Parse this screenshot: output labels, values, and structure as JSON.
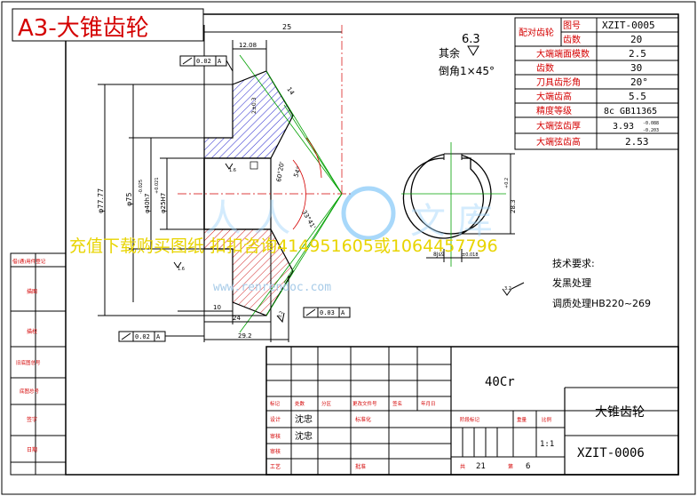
{
  "sheet": {
    "corner_title": "A3-大锥齿轮",
    "watermark_text": "充值下载购买图纸 扣扣咨询414951605或1064457796",
    "watermark_url": "www.renrendoc.com"
  },
  "params_table": {
    "group_label": "配对齿轮",
    "rows": [
      {
        "label": "图号",
        "value": "XZIT-0005"
      },
      {
        "label": "齿数",
        "value": "20"
      },
      {
        "label": "大端端面模数",
        "value": "2.5"
      },
      {
        "label": "齿数",
        "value": "30"
      },
      {
        "label": "刀具齿形角",
        "value": "20°"
      },
      {
        "label": "大端齿高",
        "value": "5.5"
      },
      {
        "label": "精度等级",
        "value": "8c GB11365"
      },
      {
        "label": "大端弦齿厚",
        "value": "3.93"
      },
      {
        "label": "大端弦齿高",
        "value": "2.53"
      }
    ],
    "tooth_thickness_tol_upper": "-0.088",
    "tooth_thickness_tol_lower": "-0.203"
  },
  "surface_note": {
    "roughness": "6.3",
    "prefix": "其余",
    "chamfer": "倒角1×45°"
  },
  "dimensions": {
    "len_25": "25",
    "len_12_08": "12.08",
    "dia_77_77": "φ77.77",
    "dia_75": "φ75",
    "dia_40h7": "φ40h7",
    "dia_40h7_tol": "-0.025",
    "dia_25h7": "φ25H7",
    "dia_25h7_tol": "+0.021",
    "len_10": "10",
    "len_24": "24",
    "len_29_2": "29.2",
    "len_2": "2±0.3",
    "len_14": "14",
    "len_28_3": "28.3",
    "len_28_3_tol": "+0.2",
    "len_8_js9": "8Js9",
    "len_8_tol": "±0.018",
    "angle_1": "54°",
    "angle_2": "33°41'",
    "angle_3": "60°20'"
  },
  "tolerances": {
    "runout_1": "0.02",
    "datum_1": "A",
    "runout_2": "0.03",
    "datum_2": "A",
    "runout_3": "0.02",
    "datum_3": "A"
  },
  "roughness_marks": {
    "r1": "1.6",
    "r2": "1.6",
    "r3": "3.2",
    "r4": "3.2",
    "r5": "1.6"
  },
  "tech_requirements": {
    "title": "技术要求:",
    "line1": "发黑处理",
    "line2": "调质处理HB220~269"
  },
  "left_strip": [
    "借(通)用件登记",
    "描图",
    "描校",
    "旧底图总号",
    "底图总号",
    "签字",
    "日期"
  ],
  "title_block": {
    "material": "40Cr",
    "part_name": "大锥齿轮",
    "drawing_number": "XZIT-0006",
    "scale": "1:1",
    "sheet_total_label": "共",
    "sheet_total": "21",
    "sheet_label": "第",
    "sheet_no": "6",
    "stage_label": "阶段标记",
    "weight_label": "重量",
    "scale_label": "比例",
    "header_cols": [
      "标记",
      "处数",
      "分区",
      "更改文件号",
      "签名",
      "年月日"
    ],
    "roles": [
      "设计",
      "审核",
      "审核",
      "工艺"
    ],
    "design_name": "沈忠",
    "review_name": "沈忠",
    "std_label": "标准化",
    "approve_label": "批准"
  }
}
